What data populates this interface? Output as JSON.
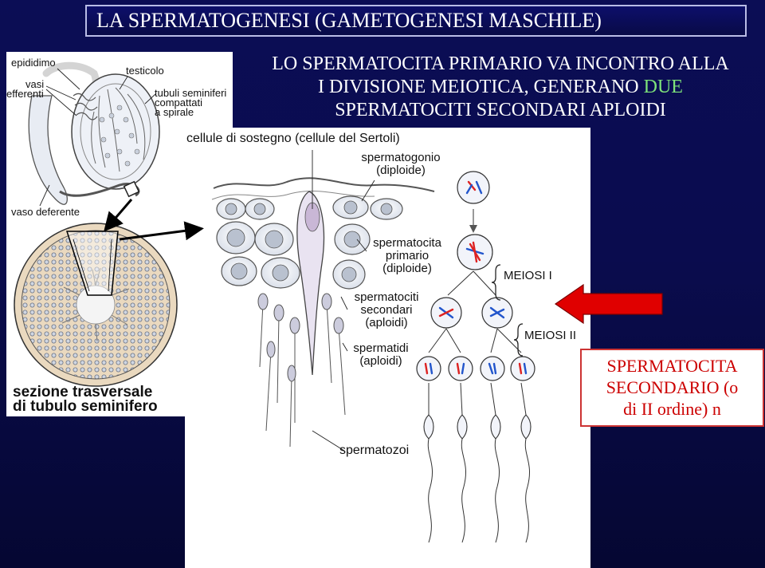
{
  "title": "LA SPERMATOGENESI  (GAMETOGENESI MASCHILE)",
  "headline": {
    "line1": "LO SPERMATOCITA PRIMARIO VA INCONTRO ALLA",
    "line2_part1": "I DIVISIONE MEIOTICA, GENERANO",
    "line2_highlight": "DUE",
    "line3": "SPERMATOCITI SECONDARI APLOIDI"
  },
  "left_panel": {
    "epididimo": "epididimo",
    "testicolo": "testicolo",
    "vasi_line1": "vasi",
    "vasi_line2": "efferenti",
    "tubuli_line1": "tubuli seminiferi",
    "tubuli_line2": "compattati",
    "tubuli_line3": "a spirale",
    "vaso_deferente": "vaso deferente",
    "sezione_line1": "sezione trasversale",
    "sezione_line2": "di tubulo seminifero"
  },
  "right_panel": {
    "sertoli": "cellule di sostegno (cellule del Sertoli)",
    "spermatogonio_line1": "spermatogonio",
    "spermatogonio_line2": "(diploide)",
    "spermatocita_line1": "spermatocita",
    "spermatocita_line2": "primario",
    "spermatocita_line3": "(diploide)",
    "meiosi1": "MEIOSI I",
    "secondari_line1": "spermatociti",
    "secondari_line2": "secondari",
    "secondari_line3": "(aploidi)",
    "meiosi2": "MEIOSI II",
    "spermatidi_line1": "spermatidi",
    "spermatidi_line2": "(aploidi)",
    "spermatozoi": "spermatozoi"
  },
  "callout": {
    "line1": "SPERMATOCITA",
    "line2": "SECONDARIO (o",
    "line3": "di II ordine) n"
  },
  "colors": {
    "background": "#0a0c4e",
    "callout_red": "#cc0000",
    "arrow_red": "#e00000",
    "highlight_green": "#7ee37a"
  }
}
